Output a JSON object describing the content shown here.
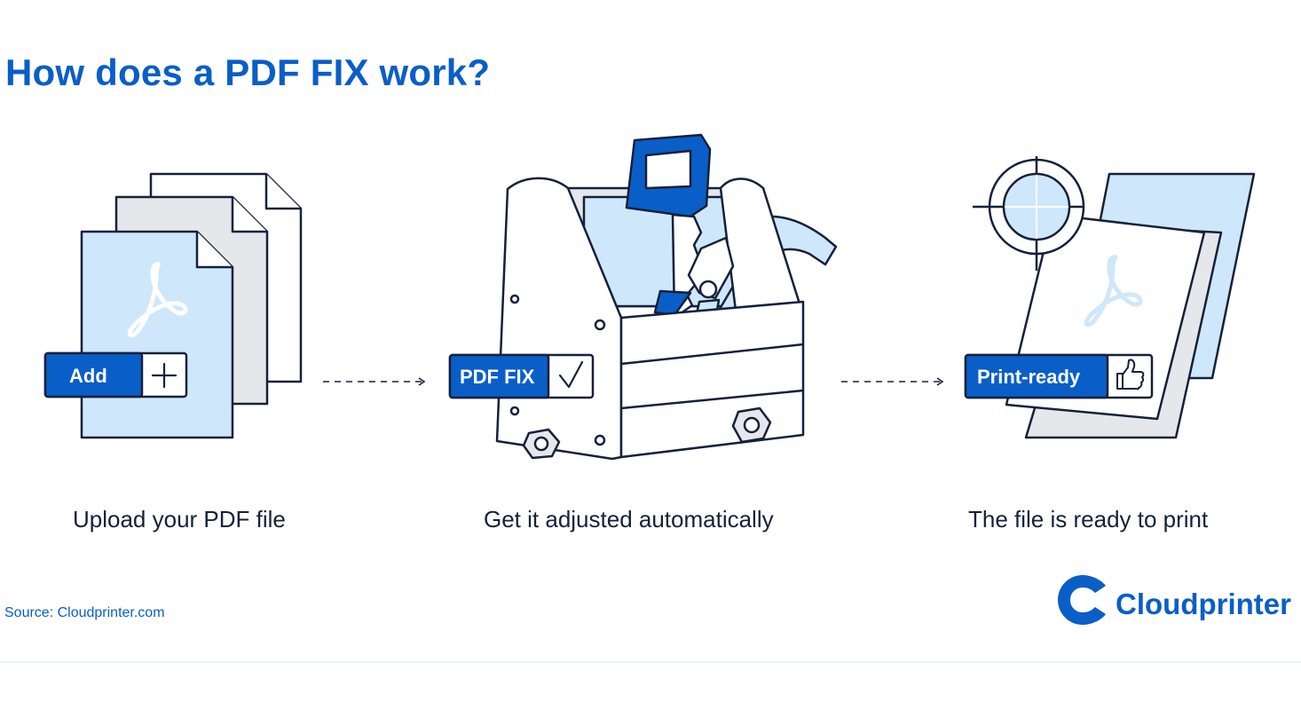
{
  "header": {
    "title": "How does a PDF FIX work?"
  },
  "steps": [
    {
      "badge": "Add",
      "badge_icon": "plus-icon",
      "caption": "Upload your PDF file"
    },
    {
      "badge": "PDF FIX",
      "badge_icon": "checkmark-icon",
      "caption": "Get it adjusted automatically"
    },
    {
      "badge": "Print-ready",
      "badge_icon": "thumbs-up-icon",
      "caption": "The file is ready to print"
    }
  ],
  "footer": {
    "source": "Source: Cloudprinter.com",
    "brand": "Cloudprinter"
  },
  "colors": {
    "primary": "#0a5ec7",
    "light_blue": "#cfe7fb",
    "light_gray": "#e6e7eb",
    "outline": "#15213b"
  }
}
